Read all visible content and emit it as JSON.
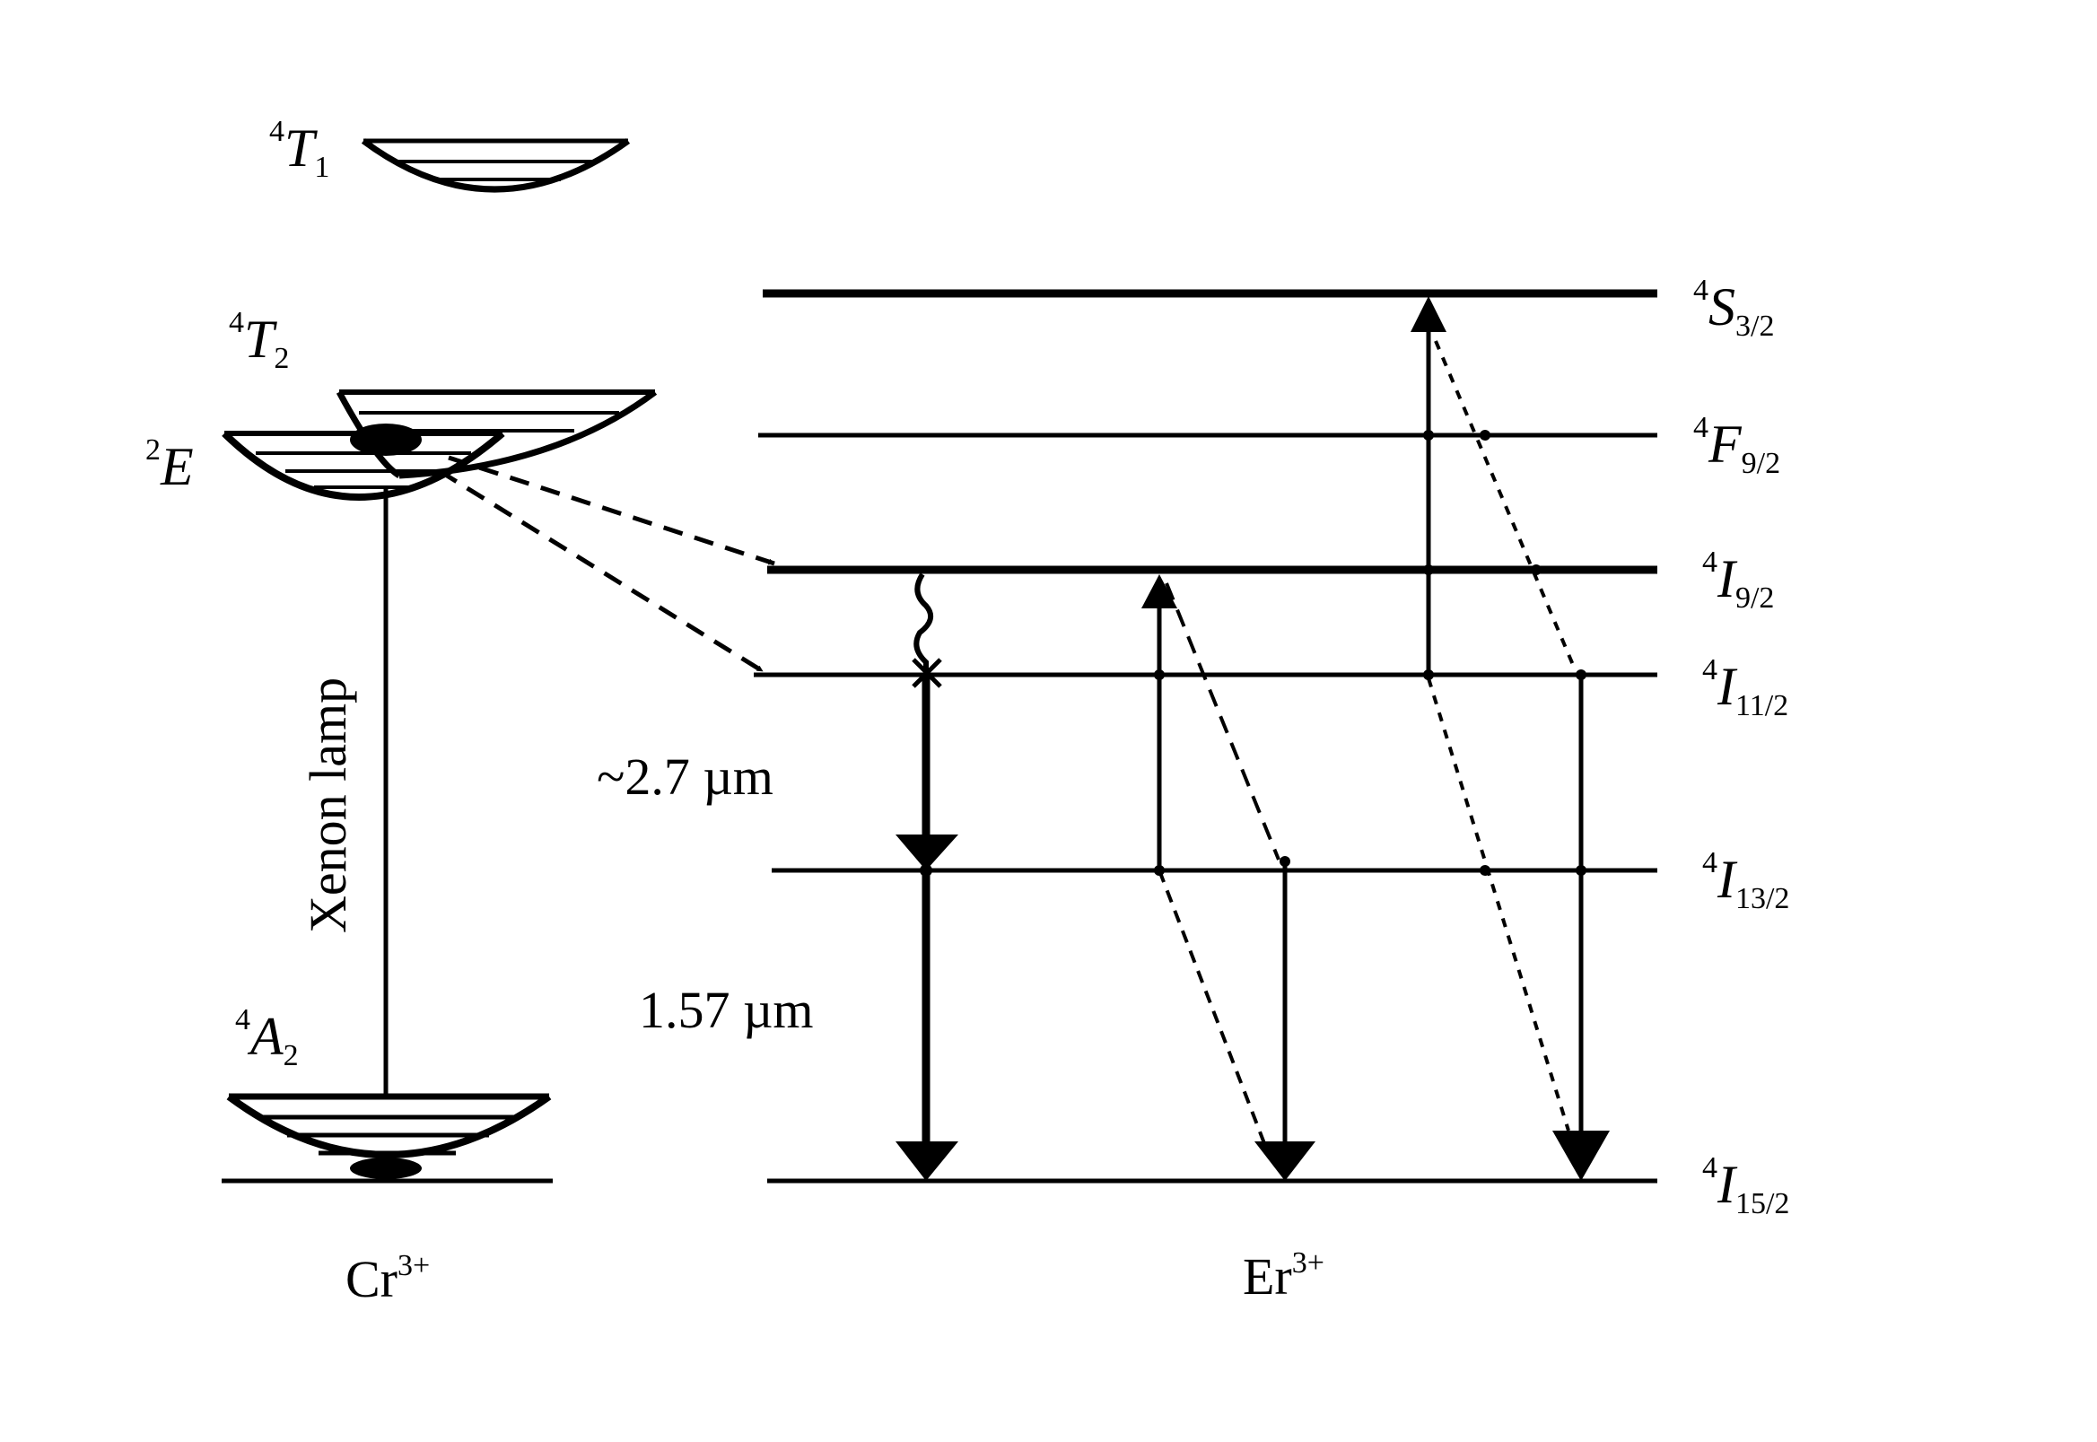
{
  "ions": {
    "cr": {
      "name": "Cr",
      "charge": "3+"
    },
    "er": {
      "name": "Er",
      "charge": "3+"
    }
  },
  "cr_levels": [
    {
      "id": "4T1",
      "sup": "4",
      "main": "T",
      "sub": "1"
    },
    {
      "id": "4T2",
      "sup": "4",
      "main": "T",
      "sub": "2"
    },
    {
      "id": "2E",
      "sup": "2",
      "main": "E",
      "sub": ""
    },
    {
      "id": "4A2",
      "sup": "4",
      "main": "A",
      "sub": "2"
    }
  ],
  "er_levels": [
    {
      "id": "4S3/2",
      "sup": "4",
      "main": "S",
      "sub": "3/2"
    },
    {
      "id": "4F9/2",
      "sup": "4",
      "main": "F",
      "sub": "9/2"
    },
    {
      "id": "4I9/2",
      "sup": "4",
      "main": "I",
      "sub": "9/2"
    },
    {
      "id": "4I11/2",
      "sup": "4",
      "main": "I",
      "sub": "11/2"
    },
    {
      "id": "4I13/2",
      "sup": "4",
      "main": "I",
      "sub": "13/2"
    },
    {
      "id": "4I15/2",
      "sup": "4",
      "main": "I",
      "sub": "15/2"
    }
  ],
  "annotations": {
    "pump": "Xenon lamp",
    "emission_mid_ir": "~2.7  µm",
    "emission_nir": "1.57  µm"
  },
  "colors": {
    "ink": "#000000",
    "background": "#ffffff"
  }
}
